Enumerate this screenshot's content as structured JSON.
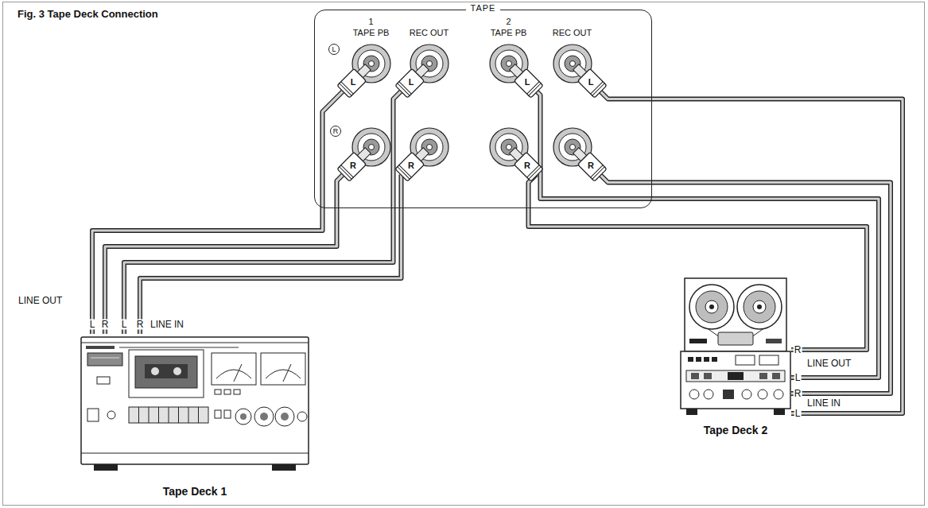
{
  "diagram": {
    "title": "Fig. 3 Tape Deck Connection",
    "nodes": [
      {
        "text": [
          "TAPE"
        ]
      },
      {
        "text": [
          "1"
        ],
        "in": 0
      },
      {
        "text": [
          "TAPE PB"
        ],
        "in": 1
      },
      {
        "text": [
          "REC OUT"
        ],
        "in": 1
      },
      {
        "text": [
          "2"
        ],
        "in": 0
      },
      {
        "text": [
          "TAPE PB"
        ],
        "in": 4
      },
      {
        "text": [
          "REC OUT"
        ],
        "in": 4
      },
      {
        "text": [
          "Tape Deck 1"
        ]
      },
      {
        "text": [
          "Tape Deck 2"
        ]
      }
    ],
    "edges": [
      {
        "from": 7,
        "to": 2,
        "arrow": "none"
      },
      {
        "from": 7,
        "to": 2,
        "arrow": "none"
      },
      {
        "from": 7,
        "to": 3,
        "arrow": "none"
      },
      {
        "from": 7,
        "to": 3,
        "arrow": "none"
      },
      {
        "from": 8,
        "to": 5,
        "arrow": "none"
      },
      {
        "from": 8,
        "to": 5,
        "arrow": "none"
      },
      {
        "from": 8,
        "to": 6,
        "arrow": "none"
      },
      {
        "from": 8,
        "to": 6,
        "arrow": "none"
      }
    ],
    "labels": [
      "L",
      "R",
      "L",
      "L",
      "R",
      "R",
      "L",
      "L",
      "R",
      "R",
      "LINE OUT",
      "L",
      "R",
      "L",
      "R",
      "LINE IN",
      "R",
      "LINE OUT",
      "L",
      "R",
      "LINE IN",
      "L"
    ]
  }
}
